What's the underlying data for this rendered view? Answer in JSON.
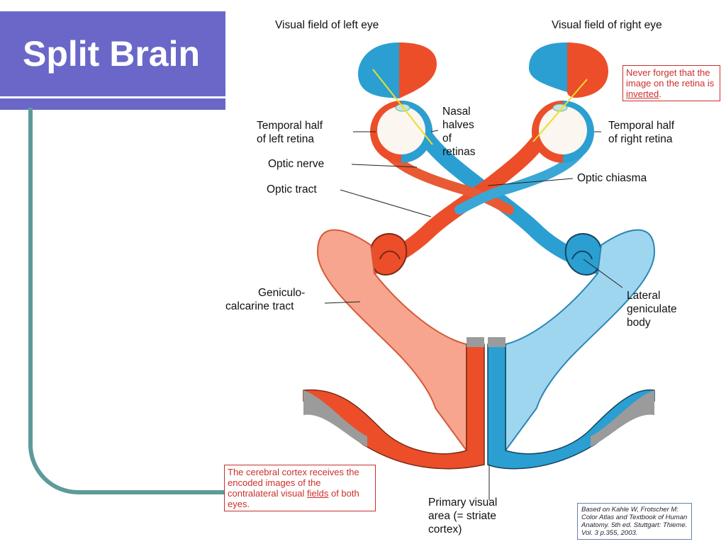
{
  "slide": {
    "title": "Split Brain"
  },
  "labels": {
    "visual_field_left": "Visual field of left eye",
    "visual_field_right": "Visual field of right eye",
    "temporal_left_1": "Temporal half",
    "temporal_left_2": "of left retina",
    "nasal_1": "Nasal",
    "nasal_2": "halves",
    "nasal_3": "of",
    "nasal_4": "retinas",
    "temporal_right_1": "Temporal half",
    "temporal_right_2": "of right retina",
    "optic_nerve": "Optic nerve",
    "optic_chiasma": "Optic chiasma",
    "optic_tract": "Optic tract",
    "geniculo_1": "Geniculo-",
    "geniculo_2": "calcarine tract",
    "lateral_1": "Lateral",
    "lateral_2": "geniculate",
    "lateral_3": "body",
    "primary_1": "Primary visual",
    "primary_2": "area (= striate",
    "primary_3": "cortex)"
  },
  "notes": {
    "retina_pre": "Never forget that the image on the retina is ",
    "retina_em": "inverted",
    "retina_post": ".",
    "cortex_pre": "The cerebral cortex receives the encoded images of the contralateral visual ",
    "cortex_em": "fields",
    "cortex_post": " of both eyes."
  },
  "citation": {
    "line1": "Based on Kahle W, Frotscher M:",
    "line2": "Color Atlas and Textbook of Human",
    "line3": "Anatomy. 5th ed. Stuttgart: Thieme.",
    "line4": "Vol. 3 p.355, 2003."
  },
  "colors": {
    "title_bar": "#6a67c9",
    "frame": "#5e9a9a",
    "blue": "#2b9fd1",
    "red": "#ec4e2a",
    "light_blue": "#9fd6ef",
    "light_red": "#f7a58e",
    "note": "#c9302c"
  }
}
